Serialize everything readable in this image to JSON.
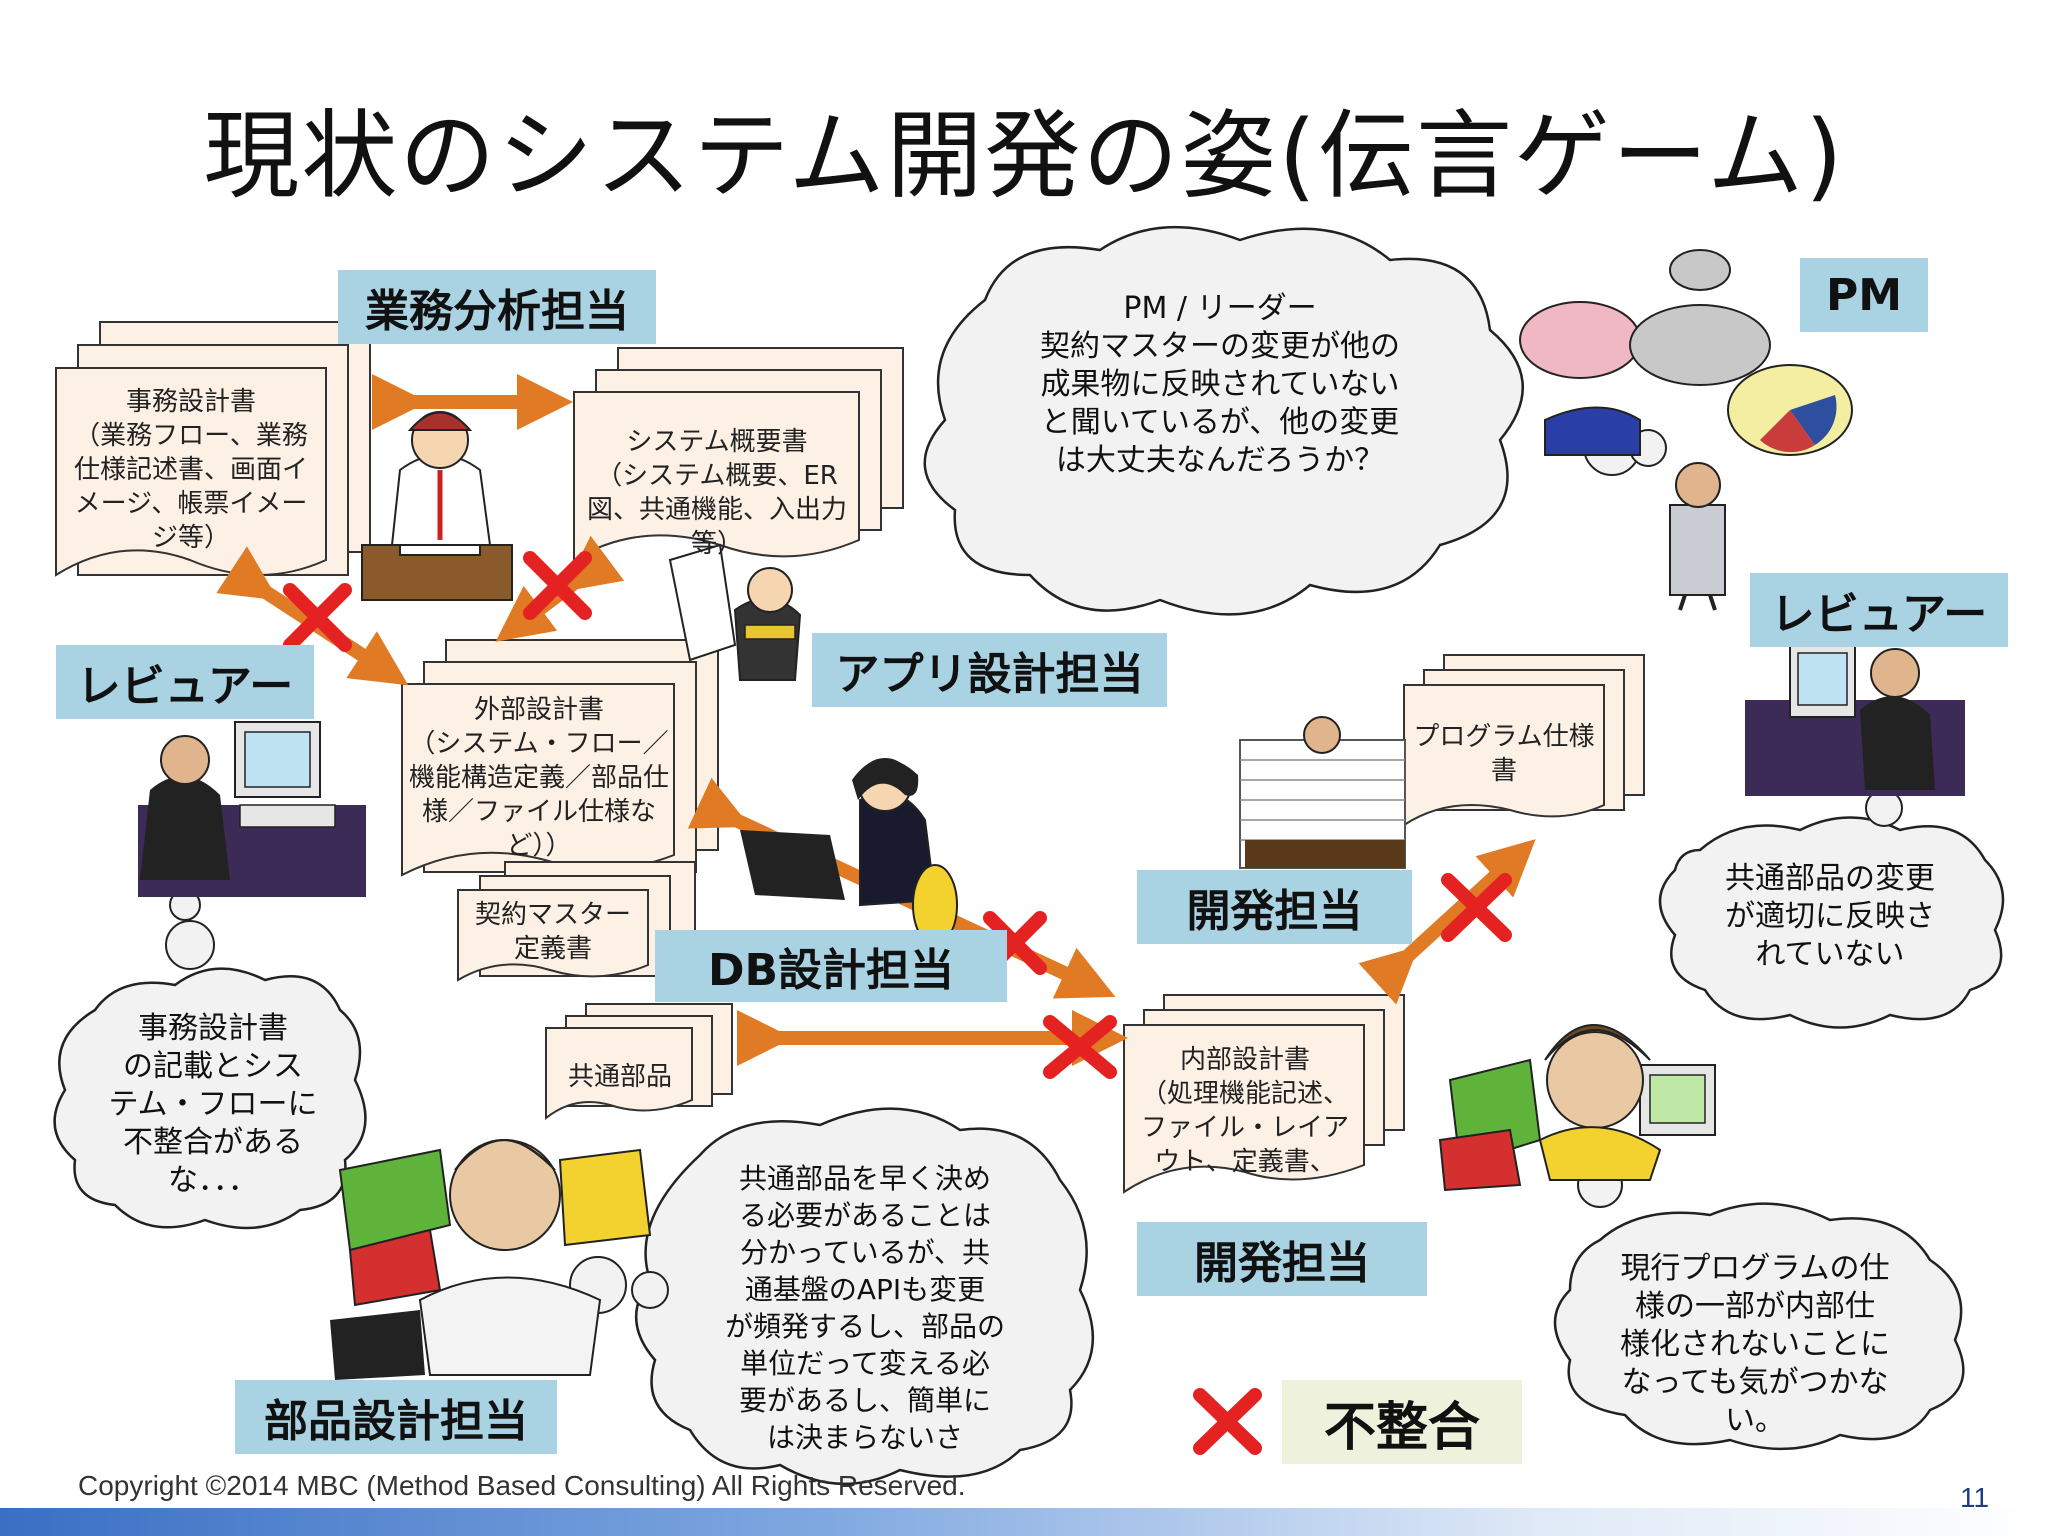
{
  "title": "現状のシステム開発の姿(伝言ゲーム)",
  "roles": {
    "business_analyst": "業務分析担当",
    "app_designer": "アプリ設計担当",
    "reviewer_left": "レビュアー",
    "reviewer_right": "レビュアー",
    "pm": "PM",
    "db_designer": "DB設計担当",
    "developer_top": "開発担当",
    "developer_bottom": "開発担当",
    "parts_designer": "部品設計担当"
  },
  "documents": {
    "business_design": "事務設計書\n（業務フロー、業務仕様記述書、画面イメージ、帳票イメージ等）",
    "system_overview": "システム概要書\n（システム概要、ER図、共通機能、入出力等）",
    "external_design": "外部設計書\n（システム・フロー／機能構造定義／部品仕様／ファイル仕様など））",
    "contract_master": "契約マスター\n定義書",
    "common_parts": "共通部品",
    "program_spec": "プログラム仕様\n書",
    "internal_design": "内部設計書\n（処理機能記述、ファイル・レイアウト、定義書、"
  },
  "clouds": {
    "pm_leader": "PM / リーダー\n契約マスターの変更が他の成果物に反映されていないと聞いているが、他の変更は大丈夫なんだろうか？",
    "reviewer_left": "事務設計書\nの記載とシス\nテム・フローに\n不整合がある\nな．．．",
    "parts_designer": "共通部品を早く決め\nる必要があることは\n分かっているが、共\n通基盤のAPIも変更\nが頻発するし、部品の\n単位だって変える必\n要があるし、簡単に\nは決まらないさ",
    "reviewer_right": "共通部品の変更\nが適切に反映さ\nれていない",
    "developer": "現行プログラムの仕\n様の一部が内部仕\n様化されないことに\nなっても気がつかな\nい。"
  },
  "legend": {
    "label": "不整合"
  },
  "footer": {
    "copyright": "Copyright ©2014 MBC (Method Based Consulting)  All Rights Reserved.",
    "page": "11"
  },
  "colors": {
    "role_bg": "#a9d2e3",
    "arrow": "#e07a24",
    "mismatch": "#e52222",
    "legend_bg": "#eef2dd",
    "doc_bg": "#fdf1e6"
  }
}
